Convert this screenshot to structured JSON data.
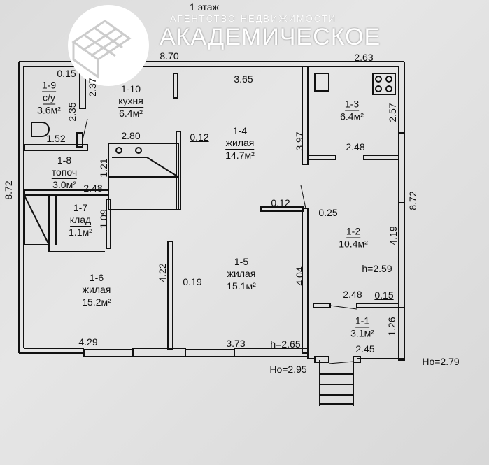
{
  "title": "1  этаж",
  "logo": {
    "tagline": "АГЕНТСТВО НЕДВИЖИМОСТИ",
    "name": "АКАДЕМИЧЕСКОЕ"
  },
  "rooms": [
    {
      "num": "1-9",
      "name": "с/у",
      "area": "3.6м²"
    },
    {
      "num": "1-10",
      "name": "кухня",
      "area": "6.4м²"
    },
    {
      "num": "1-4",
      "name": "жилая",
      "area": "14.7м²"
    },
    {
      "num": "1-3",
      "name": "",
      "area": "6.4м²"
    },
    {
      "num": "1-8",
      "name": "топоч",
      "area": "3.0м²"
    },
    {
      "num": "1-7",
      "name": "клад",
      "area": "1.1м²"
    },
    {
      "num": "1-6",
      "name": "жилая",
      "area": "15.2м²"
    },
    {
      "num": "1-5",
      "name": "жилая",
      "area": "15.1м²"
    },
    {
      "num": "1-2",
      "name": "",
      "area": "10.4м²"
    },
    {
      "num": "1-1",
      "name": "",
      "area": "3.1м²"
    }
  ],
  "dimensions": [
    "0.15",
    "2.37",
    "2.35",
    "1.52",
    "2.80",
    "0.12",
    "8.70",
    "3.65",
    "2.63",
    "3.97",
    "2.57",
    "2.48",
    "1.21",
    "2.48",
    "1.09",
    "8.72",
    "8.72",
    "0.12",
    "0.25",
    "4.19",
    "h=2.59",
    "4.22",
    "0.19",
    "4.04",
    "2.48",
    "0.15",
    "1.26",
    "4.29",
    "3.73",
    "h=2.65",
    "2.45",
    "Ho=2.95",
    "Ho=2.79"
  ]
}
